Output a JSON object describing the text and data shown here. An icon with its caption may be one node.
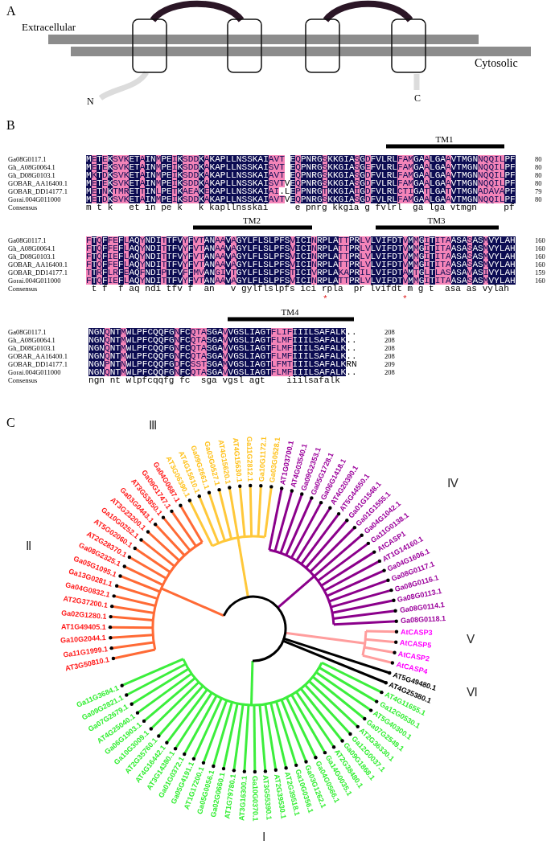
{
  "diagram": {
    "labels": [
      "A",
      "Extracellular",
      "Cytosolic",
      "N",
      "C",
      "B",
      "TM1",
      "Ga08G0117.1",
      "METEKSVKETAINMPEIKSDDKAKAPLLNSSKAIAVT EQPNRGSKKGIASGDFVLRLFAMGAALGAAVTMGNNQQILPF",
      "80",
      "Gh_A08G0064.1",
      "METEKSVKETAINMPEIKSDDKAKAPLLNSSKAISVT EQPNRGSKKGIASGEFVLRLFAMGAALGAAVTMGNNQQILPF",
      "80",
      "Gh_D08G0103.1",
      "MKTDKSVKETAINMPEIKSDDKAKAPLLNSSKAIAVT EQPNRGSKKGIASGDFVLRLFAMGAALGAAVTMGNNQQILPF",
      "80",
      "GOBAR_AA16400.1",
      "METEKSVKETAINMPEIKSDDKAKAPLLNSSKAISVTVEQPNRGSKKGIASGDFVLRLFAMGAALGAAVTMGNNQQILPF",
      "80",
      "GOBAR_DD14177.1",
      "METNKTMRETTINLPETKAEAKEKAPLLNSSKAIAI.LEPPNRGTKKGIAIGDFVLRLCTIGATLGATVTMGNADAVAPF",
      "79",
      "Gorai.004G011000",
      "METDKSVKETAINMPEIKSDDKAKAPLLNSSKAIAVTVEQPNRGSKKGIASGDFVLRLFAMGAALGAAVTMGNNQQILPF",
      "80",
      "Consensus",
      "m t k   et in pe k   k kapllnsskai     e pnrg kkgia g fvlrl  ga lga vtmgn     pf",
      "TM2",
      "TM3",
      "Ga08G0117.1",
      "FTQFFEFLAQYNDITTFVYFVTANAAVAGYLFLSLPFSVICINRPLATTPRLVLVIFDTVMMGITITAASASASMVYLAH",
      "160",
      "Gh_A08G0064.1",
      "FTQFFEFLAQYNDITTFVYFVTANAAVAGYLFLSLPFSVICINRPLATTPRLVLVIFDTVMMGITITAASASASMVYLAH",
      "160",
      "Gh_D08G0103.1",
      "FTQFIEFLAQYNDITTFVYFVTANAAVAGYLFLSLPFSVICINRPLATTPRLVLVIFDTVMMGITITAASASASMVYLAH",
      "160",
      "GOBAR_AA16400.1",
      "FTQFFEFLAQYNDITTFVYFVTANAAVAGYLFLSLPFSVICINRPLATTPRLVLVIFDTVMMGITITAASASASMVYLAH",
      "160",
      "GOBAR_DD14177.1",
      "TTRFLRFEAQFNDIPTFVFFMVANGIVTGYLFLSLPFSTICIVRPLAKAPRILLVIFDTAMTGLTLASASAVASIVYLAH",
      "159",
      "Gorai.004G011000",
      "FTQFIEFLAQYNDITTFVYFVTANAAVAGYLFLSLPFSVICINRPLATTPRLVLVIFDTVMMGITITAASASASMVYLAH",
      "160",
      "Consensus",
      " t f  f aq ndi tfv f  an   v gylflslpfs ici rpla  pr lvifdt m g t  asa as vylah",
      "*",
      "*",
      "TM4",
      "Ga08G0117.1",
      "NGNQNTMWLPFCQQFGNFCQTASGAVVGSLIAGTFLIFIIILSAFALK..",
      "208",
      "Gh_A08G0064.1",
      "NGNQNTMWLPFCQQFGNFCQTASGAVVGSLIAGTFLMFIIILSAFALK..",
      "208",
      "Gh_D08G0103.1",
      "NGNQNTMWLPFCQQFGNFCQTASGAVVGSLIAGTFLMFIIILSAFALK..",
      "208",
      "GOBAR_AA16400.1",
      "NGNQNTMWLPFCQQFGNFCQTASGAVVGSLIAGTFLMFIIILSAFALK..",
      "208",
      "GOBAR_DD14177.1",
      "NGNPNTNWLPFCQQFGDFCSSTSGAMVGSLIAGTLFMTIIILSAFALKRN",
      "209",
      "Gorai.004G011000",
      "NGNQNTMWLPFCQQFGNFCQTASGAVVGSLIAGTFLMFIIILSAFALK..",
      "208",
      "Consensus",
      "ngn nt wlpfcqqfg fc  sga vgsl agt    iiilsafalk",
      "C",
      "Ⅲ",
      "Ⅳ",
      "Ⅱ",
      "Ⅴ",
      "Ⅵ",
      "Ⅰ",
      "AT3G50810.1",
      "Ga11G1999.1",
      "Ga10G2044.1",
      "AT1G49405.1",
      "Ga02G1280.1",
      "AT2G37200.1",
      "Ga04G0832.1",
      "Ga13G0281.1",
      "Ga05G1095.1",
      "Ga08G2325.1",
      "AT2G28370.1",
      "AT5G02060.1",
      "Ga10G0252.1",
      "AT3G23200.1",
      "Ga03G0443.1",
      "AT3G53850.1",
      "Ga09G1747.1",
      "Ga04G0687.1",
      "AT3G06390.1",
      "AT4G15610.1",
      "Ga09G2661.1",
      "Ga03G0527.1",
      "AT4G15620.1",
      "AT4G15630.1",
      "Ga11G2812.1",
      "Ga10G1172.1",
      "Ga03G0528.1",
      "AT1G03700.1",
      "AT4G03540.1",
      "Ga09G2353.1",
      "Ga05G1728.1",
      "Ga06G1418.1",
      "AT4G20390.1",
      "AT5G44550.1",
      "Ga01G1548.1",
      "Ga01G1555.1",
      "Ga04G1042.1",
      "Ga11G0138.1",
      "AtCASP1",
      "AT1G14160.1",
      "Ga04G1606.1",
      "Ga08G0117.1",
      "Ga08G0116.1",
      "Ga08G0113.1",
      "Ga08G0114.1",
      "Ga08G0118.1",
      "Ga11G3684.1",
      "Ga09G2821.1",
      "Ga07G2679.1",
      "AT4G25040.1",
      "Ga06G1903.1",
      "Ga10G3009.1",
      "AT2G35760.1",
      "AT4G16442.1",
      "AT3G14380.1",
      "Ga01G0372.1",
      "Ga05G4191.1",
      "AT1G17200.1",
      "Ga05G0056.1",
      "Ga02G0660.1",
      "AT1G79780.1",
      "AT3G16300.1",
      "Ga10G0370.1",
      "AT3G55390.1",
      "AT2G39530.1",
      "AT2G39518.1",
      "Ga10G0356.1",
      "Ga03G1262.1",
      "Ga04G0566.1",
      "Ga14G0035.1",
      "AT2G38480.1",
      "Ga09G1868.1",
      "Ga12G0037.1",
      "AT2G36330.1",
      "Ga07G2549.1",
      "AT5G40300.1",
      "Ga12G0530.1",
      "AT4G11655.1",
      "AtCASP3",
      "AtCASP5",
      "AtCASP2",
      "AtCASP4",
      "AT5G49480.1",
      "AT4G25380.1"
    ]
  }
}
